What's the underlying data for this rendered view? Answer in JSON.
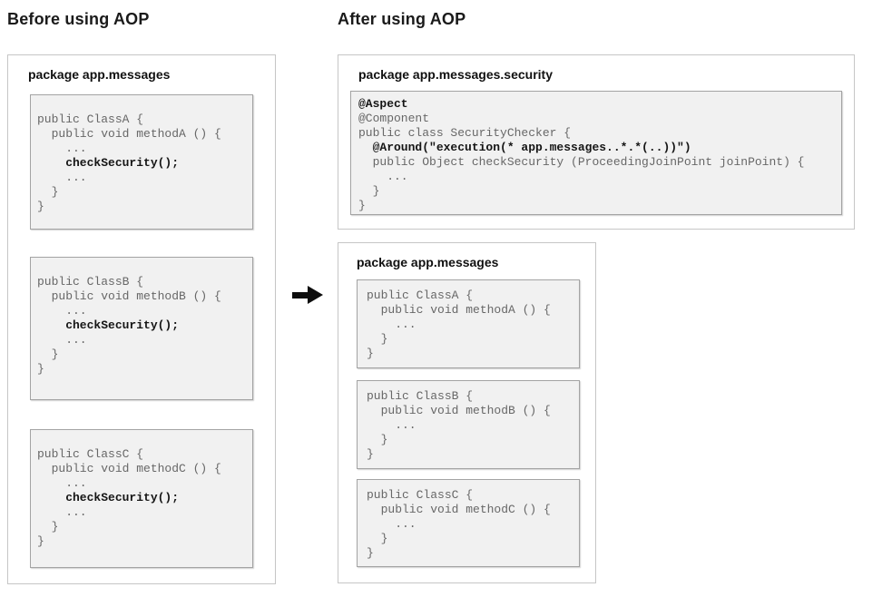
{
  "colors": {
    "background": "#ffffff",
    "panel_border": "#c6c6c6",
    "code_box_border": "#a3a3a3",
    "code_box_bg": "#f1f1f1",
    "code_text": "#676767",
    "code_bold_text": "#151515",
    "heading_text": "#1a1a1a",
    "arrow": "#0d0d0d"
  },
  "before": {
    "title": "Before using AOP",
    "package_label": "package app.messages",
    "class_boxes": [
      {
        "lines": [
          {
            "t": "public ClassA {"
          },
          {
            "t": "  public void methodA () {"
          },
          {
            "t": "    ..."
          },
          {
            "t": "    checkSecurity();",
            "b": true
          },
          {
            "t": "    ..."
          },
          {
            "t": "  }"
          },
          {
            "t": "}"
          }
        ]
      },
      {
        "lines": [
          {
            "t": "public ClassB {"
          },
          {
            "t": "  public void methodB () {"
          },
          {
            "t": "    ..."
          },
          {
            "t": "    checkSecurity();",
            "b": true
          },
          {
            "t": "    ..."
          },
          {
            "t": "  }"
          },
          {
            "t": "}"
          }
        ]
      },
      {
        "lines": [
          {
            "t": "public ClassC {"
          },
          {
            "t": "  public void methodC () {"
          },
          {
            "t": "    ..."
          },
          {
            "t": "    checkSecurity();",
            "b": true
          },
          {
            "t": "    ..."
          },
          {
            "t": "  }"
          },
          {
            "t": "}"
          }
        ]
      }
    ]
  },
  "arrow_icon": "right-arrow",
  "after": {
    "title": "After using AOP",
    "security_package": {
      "package_label": "package app.messages.security",
      "lines": [
        {
          "t": "@Aspect",
          "b": true
        },
        {
          "t": "@Component"
        },
        {
          "t": "public class SecurityChecker {"
        },
        {
          "t": "  @Around(\"execution(* app.messages..*.*(..))\")",
          "b": true
        },
        {
          "t": "  public Object checkSecurity (ProceedingJoinPoint joinPoint) {"
        },
        {
          "t": "    ..."
        },
        {
          "t": "  }"
        },
        {
          "t": "}"
        }
      ]
    },
    "messages_package": {
      "package_label": "package app.messages",
      "class_boxes": [
        {
          "lines": [
            {
              "t": "public ClassA {"
            },
            {
              "t": "  public void methodA () {"
            },
            {
              "t": "    ..."
            },
            {
              "t": "  }"
            },
            {
              "t": "}"
            }
          ]
        },
        {
          "lines": [
            {
              "t": "public ClassB {"
            },
            {
              "t": "  public void methodB () {"
            },
            {
              "t": "    ..."
            },
            {
              "t": "  }"
            },
            {
              "t": "}"
            }
          ]
        },
        {
          "lines": [
            {
              "t": "public ClassC {"
            },
            {
              "t": "  public void methodC () {"
            },
            {
              "t": "    ..."
            },
            {
              "t": "  }"
            },
            {
              "t": "}"
            }
          ]
        }
      ]
    }
  }
}
